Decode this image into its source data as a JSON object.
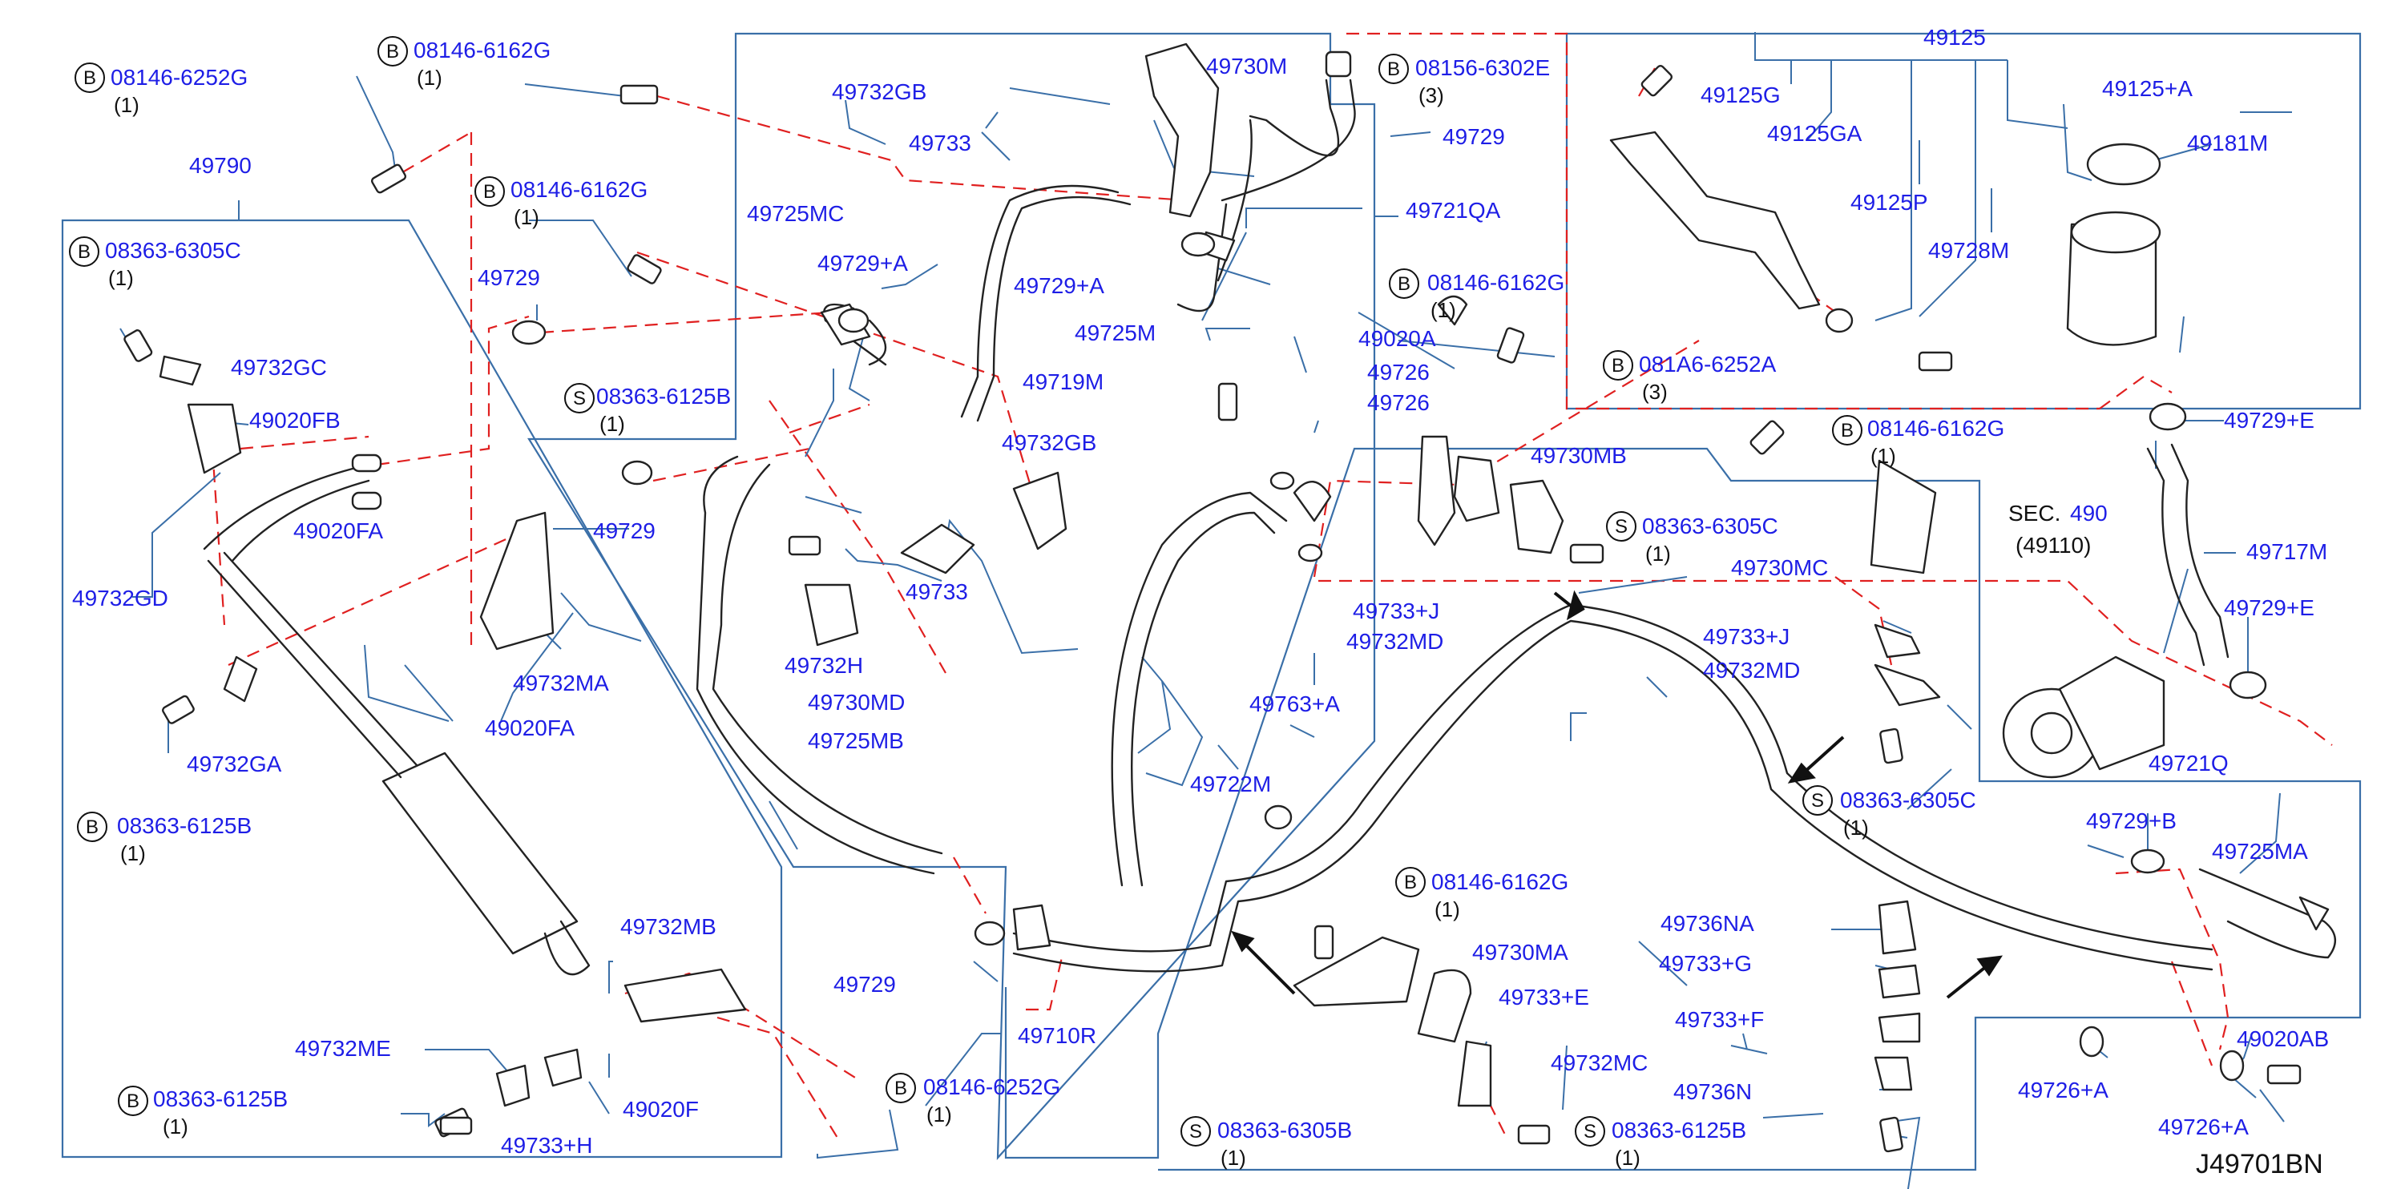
{
  "diagram_code": "J49701BN",
  "labels": {
    "p49790": "49790",
    "p08146_6252G_a": "08146-6252G",
    "p08146_6162G_a": "08146-6162G",
    "p08146_6162G_b": "08146-6162G",
    "p08363_6305C_a": "08363-6305C",
    "p49732GC": "49732GC",
    "p49020FB": "49020FB",
    "p49732GD": "49732GD",
    "p49729_a": "49729",
    "p49729_b": "49729",
    "p49729_c": "49729",
    "p49729_d": "49729",
    "p08363_6125B_a": "08363-6125B",
    "p08363_6125B_b": "08363-6125B",
    "p08363_6125B_c": "08363-6125B",
    "p08363_6125B_d": "08363-6125B",
    "p49020FA_a": "49020FA",
    "p49020FA_b": "49020FA",
    "p49732MA": "49732MA",
    "p49732GA": "49732GA",
    "p49732MB": "49732MB",
    "p49732ME": "49732ME",
    "p49020F": "49020F",
    "p49733H": "49733+H",
    "p08146_6252G_b": "08146-6252G",
    "p49732GB_a": "49732GB",
    "p49732GB_b": "49732GB",
    "p49733_a": "49733",
    "p49733_b": "49733",
    "p49730M": "49730M",
    "p49725MC": "49725MC",
    "p49729A_a": "49729+A",
    "p49729A_b": "49729+A",
    "p49725M": "49725M",
    "p49719M": "49719M",
    "p49732H": "49732H",
    "p49730MD": "49730MD",
    "p49725MB": "49725MB",
    "p49721QA": "49721QA",
    "p08156_6302E": "08156-6302E",
    "p08146_6162G_c": "08146-6162G",
    "p08146_6162G_d": "08146-6162G",
    "p08146_6162G_e": "08146-6162G",
    "p49020A": "49020A",
    "p49726_a": "49726",
    "p49726_b": "49726",
    "p49730MB": "49730MB",
    "p49733J_a": "49733+J",
    "p49733J_b": "49733+J",
    "p49732MD_a": "49732MD",
    "p49732MD_b": "49732MD",
    "p49763A": "49763+A",
    "p49722M": "49722M",
    "p08363_6305C_b": "08363-6305C",
    "p08363_6305C_c": "08363-6305C",
    "p49730MC": "49730MC",
    "p49710R": "49710R",
    "p49730MA": "49730MA",
    "p49733E": "49733+E",
    "p49732MC": "49732MC",
    "p08363_6305B": "08363-6305B",
    "p49736NA": "49736NA",
    "p49733G": "49733+G",
    "p49733F": "49733+F",
    "p49736N": "49736N",
    "p49125": "49125",
    "p49125G": "49125G",
    "p49125GA": "49125GA",
    "p49125P": "49125P",
    "p49728M": "49728M",
    "p49125A": "49125+A",
    "p49181M": "49181M",
    "p081A6_6252A": "081A6-6252A",
    "p49729E_a": "49729+E",
    "p49729E_b": "49729+E",
    "p49717M": "49717M",
    "sec_prefix": "SEC.",
    "sec_num": "490",
    "p49110": "(49110)",
    "p49721Q": "49721Q",
    "p49729B": "49729+B",
    "p49725MA": "49725MA",
    "p49020AB": "49020AB",
    "p49726A_a": "49726+A",
    "p49726A_b": "49726+A"
  },
  "quantities": {
    "one": "(1)",
    "three": "(3)"
  },
  "markers": {
    "bolt": "B",
    "screw": "S"
  },
  "colors": {
    "label_blue": "#1e1ee6",
    "leader_blue": "#3a6fa8",
    "dash_red": "#e02020",
    "line_dark": "#222222"
  }
}
